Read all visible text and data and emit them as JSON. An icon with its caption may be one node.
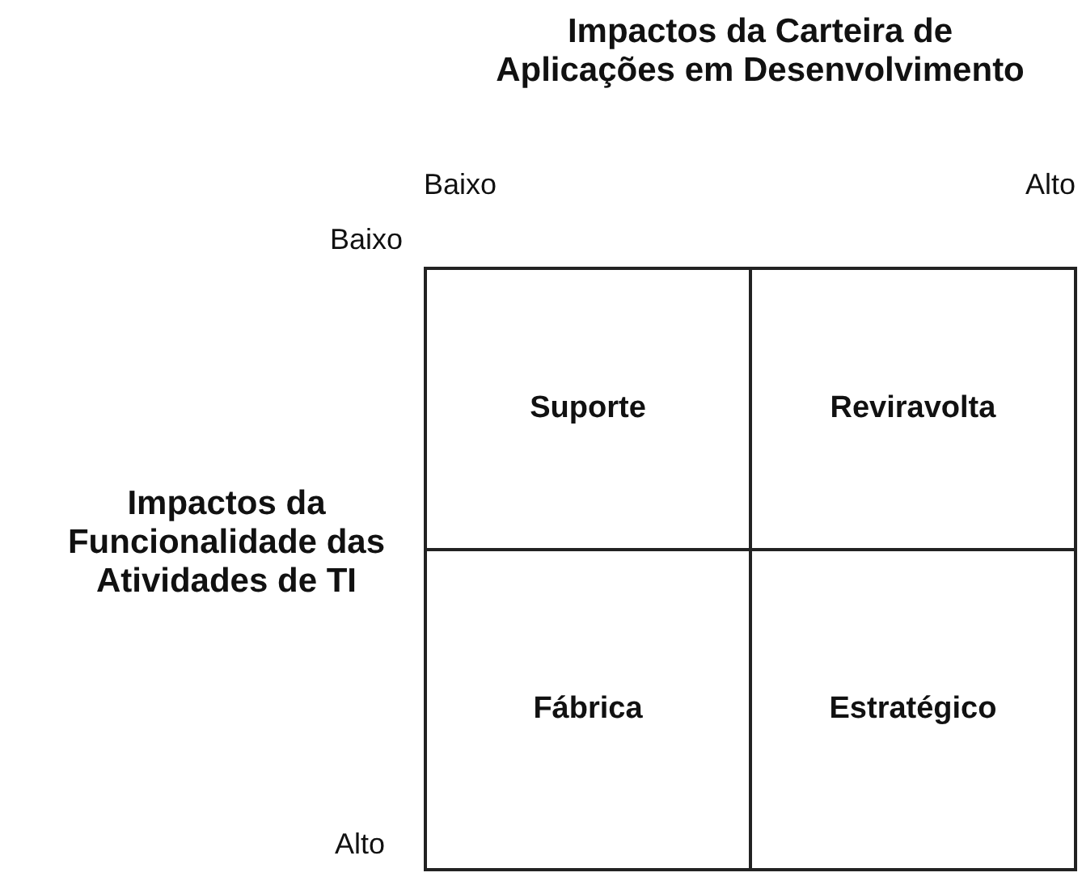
{
  "diagram": {
    "nodes": [
      {
        "text": [
          "Suporte"
        ]
      },
      {
        "text": [
          "Reviravolta"
        ]
      },
      {
        "text": [
          "Fábrica"
        ]
      },
      {
        "text": [
          "Estratégico"
        ]
      }
    ],
    "labels": [
      "Impactos da Carteira de Aplicações em Desenvolvimento",
      "Baixo",
      "Alto",
      "Baixo",
      "Impactos da Funcionalidade das Atividades de TI",
      "Alto"
    ]
  }
}
